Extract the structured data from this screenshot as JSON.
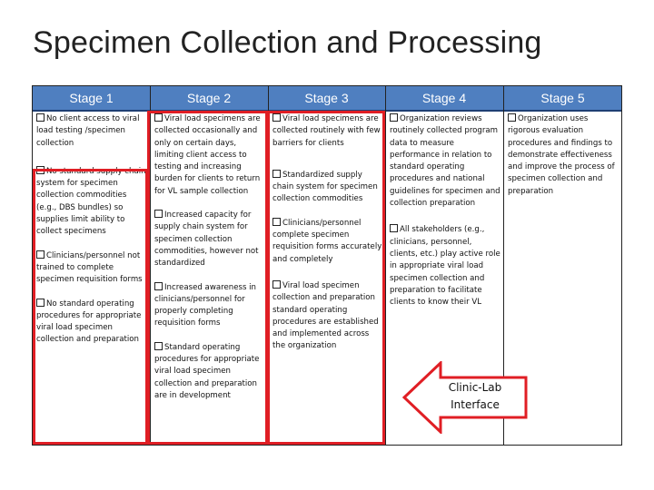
{
  "slide": {
    "title": "Specimen Collection and Processing"
  },
  "table": {
    "headers": [
      "Stage 1",
      "Stage 2",
      "Stage 3",
      "Stage 4",
      "Stage 5"
    ],
    "columns": [
      [
        "No client access to viral load testing /specimen collection",
        "No standard supply chain system for specimen collection commodities (e.g., DBS bundles) so supplies limit ability to collect specimens",
        "Clinicians/personnel not trained to complete specimen requisition forms",
        "No standard operating procedures for appropriate viral load specimen collection and preparation"
      ],
      [
        "Viral load specimens are collected occasionally and only on certain days, limiting client access to testing and increasing burden for clients to return for VL sample collection",
        "Increased capacity for supply chain system for specimen collection commodities, however not standardized",
        "Increased awareness in clinicians/personnel for properly completing requisition forms",
        "Standard operating procedures for appropriate viral load specimen collection and preparation are in development"
      ],
      [
        "Viral load specimens are collected routinely with few barriers for clients",
        "Standardized supply chain system for specimen collection commodities",
        "Clinicians/personnel complete specimen requisition forms accurately and completely",
        "Viral load specimen collection and preparation standard operating procedures are established and implemented across the organization"
      ],
      [
        "Organization reviews routinely collected program data to measure performance in relation to standard operating procedures and national guidelines for specimen and collection preparation",
        "All stakeholders (e.g., clinicians, personnel, clients, etc.) play active role in appropriate viral load specimen collection and preparation to facilitate clients to know their VL"
      ],
      [
        "Organization uses rigorous evaluation procedures and findings to demonstrate effectiveness and improve the process of specimen collection and preparation"
      ]
    ]
  },
  "callout": {
    "line1": "Clinic-Lab",
    "line2": "Interface"
  },
  "colors": {
    "header_bg": "#4f7fc0",
    "header_border": "#1e3f73",
    "highlight_frame": "#e01e24"
  }
}
